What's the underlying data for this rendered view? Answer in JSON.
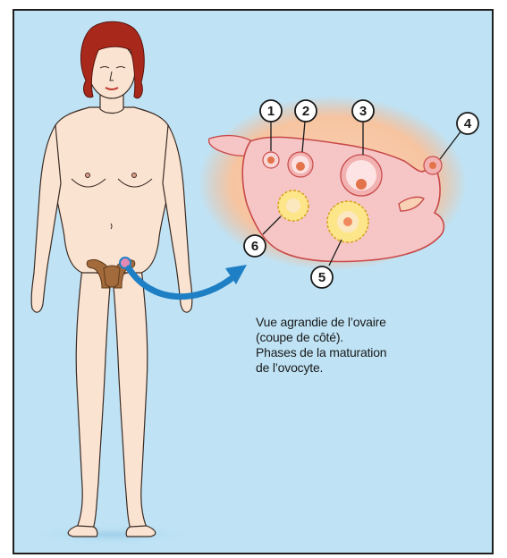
{
  "callouts": [
    "1",
    "2",
    "3",
    "4",
    "5",
    "6"
  ],
  "caption": [
    "Vue agrandie de l’ovaire",
    "(coupe de côté).",
    "Phases de la maturation",
    "de l’ovocyte."
  ],
  "colors": {
    "background": "#bfe3f5",
    "skin": "#fbe3d2",
    "hair": "#a8281c",
    "ovary_halo": "#f7c9a8",
    "ovary": "#f6c6c6",
    "follicle_yellow": "#fde68a",
    "arrow": "#1f7fc4"
  }
}
